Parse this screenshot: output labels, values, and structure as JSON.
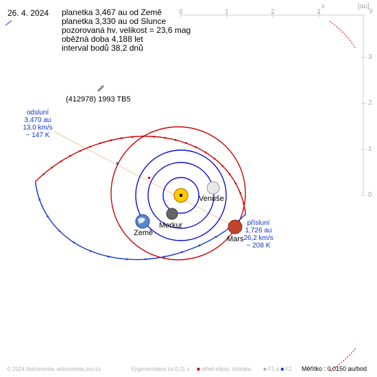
{
  "date": "26. 4. 2024",
  "info_lines": [
    "planetka 3,467 au od Země",
    "planetka 3,330 au od Slunce",
    "pozorovaná hv. velikost = 23,6 mag",
    "oběžná doba 4,188 let",
    "interval bodů 38,2 dnů"
  ],
  "object_name": "(412978) 1993 TB5",
  "aphelion": {
    "label": "odsluní",
    "distance": "3,470 au",
    "speed": "13,0 km/s",
    "temp": "~ 147 K"
  },
  "perihelion": {
    "label": "přísluní",
    "distance": "1,726 au",
    "speed": "26,2 km/s",
    "temp": "~ 208 K"
  },
  "planets": {
    "venus": "Venuše",
    "mercury": "Merkur",
    "earth": "Země",
    "mars": "Mars"
  },
  "axis": {
    "unit": "[au]",
    "x_label": "x",
    "y_label": "y",
    "x_ticks": [
      "0",
      "1",
      "2",
      "3"
    ],
    "y_ticks": [
      "3",
      "2",
      "1",
      "0"
    ]
  },
  "footer": {
    "copyright": "© 2024 Astronomia, astronomia.zcu.cz",
    "generated": "Vygenerováno za 0,11 s",
    "legend_red": "střed elipsy, ohniska",
    "legend_f1": "F1 a",
    "legend_f2": "F2",
    "scale_label": "Měřítko : 0,0150 au/bod"
  },
  "colors": {
    "asteroid_orbit": "#cc0000",
    "planet_orbit": "#0a0ad8",
    "mars_orbit": "#cc0000",
    "venus_fill": "#e8e8e8",
    "sun_fill": "#ffcc00",
    "mars_fill": "#c0452a",
    "mercury_fill": "#666666",
    "earth_fill": "#5588cc",
    "axis": "#c8c8c8",
    "apsis_line": "#f2c9a0",
    "scale_dash": "#cc0000"
  }
}
